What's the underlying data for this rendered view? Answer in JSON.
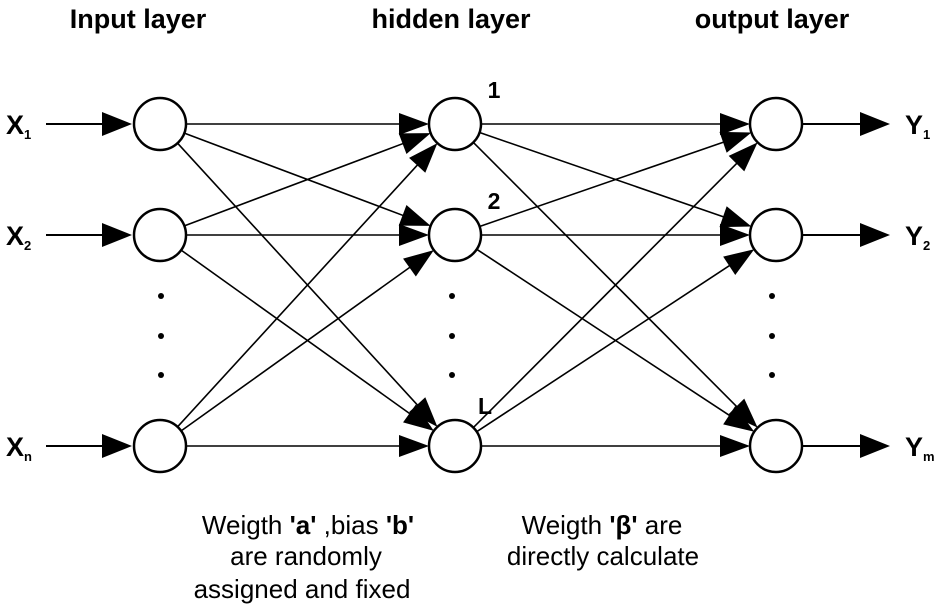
{
  "headers": {
    "input": "Input layer",
    "hidden": "hidden layer",
    "output": "output layer"
  },
  "inputs": [
    {
      "main": "X",
      "sub": "1"
    },
    {
      "main": "X",
      "sub": "2"
    },
    {
      "main": "X",
      "sub": "n"
    }
  ],
  "outputs": [
    {
      "main": "Y",
      "sub": "1"
    },
    {
      "main": "Y",
      "sub": "2"
    },
    {
      "main": "Y",
      "sub": "m"
    }
  ],
  "hidden_labels": [
    "1",
    "2",
    "L"
  ],
  "captions": {
    "left": {
      "line1_pre": "Weigth ",
      "line1_a": "'a'",
      "line1_mid": " ,bias ",
      "line1_b": "'b'",
      "line2": "are randomly",
      "line3": "assigned and fixed"
    },
    "right": {
      "line1_pre": "Weigth ",
      "line1_beta": "'β'",
      "line1_post": " are",
      "line2": "directly calculate"
    }
  }
}
